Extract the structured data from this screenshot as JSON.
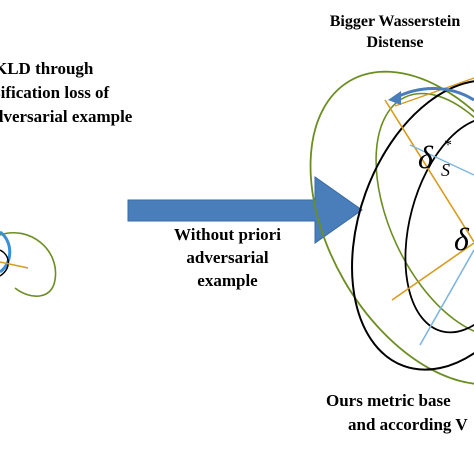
{
  "left_caption": {
    "line1": "KLD through",
    "line2": "sification loss of",
    "line3": "dversarial example"
  },
  "arrow_caption": {
    "line1": "Without priori",
    "line2": "adversarial",
    "line3": "example"
  },
  "top_right_caption": {
    "line1": "Bigger Wasserstein",
    "line2": "Distense"
  },
  "bottom_right_caption": {
    "line1": "Ours metric base",
    "line2": "and according V"
  },
  "symbols": {
    "delta_upper": "δ",
    "sub_upper": "S",
    "delta_lower": "δ"
  },
  "colors": {
    "arrow": "#4a7ebb",
    "green_ellipse": "#6b8e23",
    "black_ellipse": "#000000",
    "blue_line": "#3b8fd6",
    "orange_line": "#d89b1c",
    "light_blue": "#7fb6e0"
  }
}
